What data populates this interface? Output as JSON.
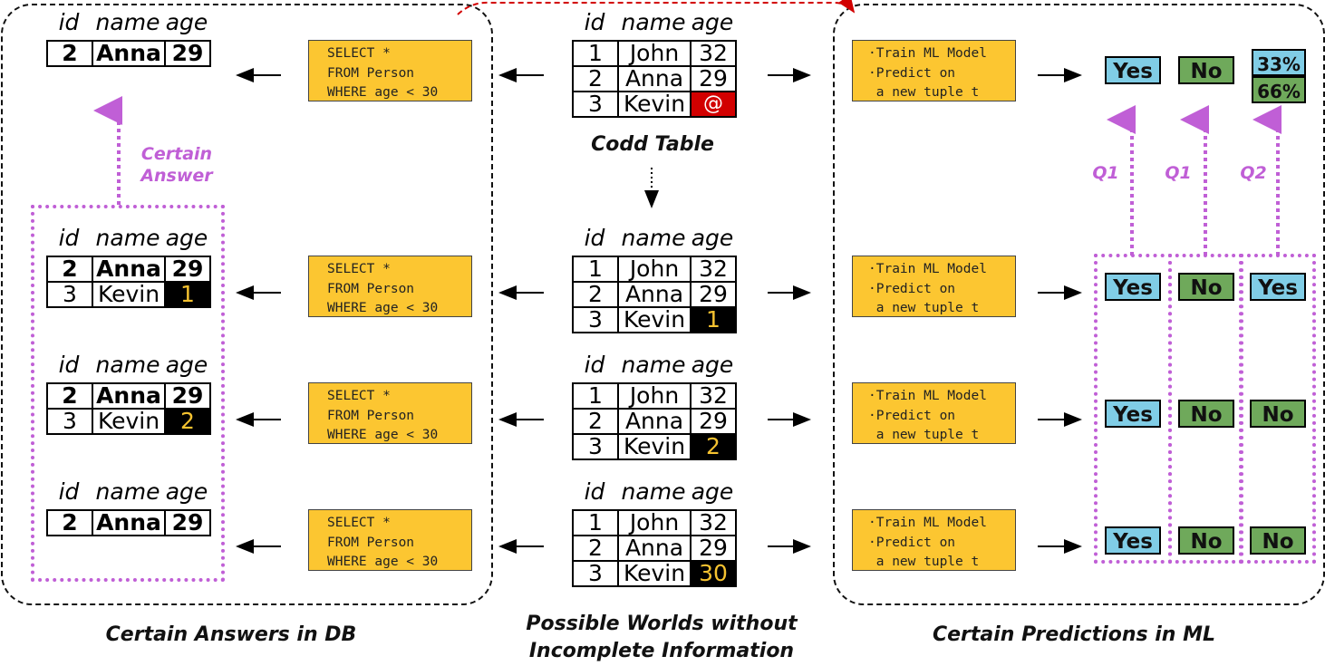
{
  "headers": {
    "id": "id",
    "name": "name",
    "age": "age"
  },
  "codd_table": {
    "caption": "Codd Table",
    "rows": [
      {
        "id": "1",
        "name": "John",
        "age": "32"
      },
      {
        "id": "2",
        "name": "Anna",
        "age": "29"
      },
      {
        "id": "3",
        "name": "Kevin",
        "age": "@"
      }
    ]
  },
  "worlds": [
    {
      "rows": [
        {
          "id": "1",
          "name": "John",
          "age": "32"
        },
        {
          "id": "2",
          "name": "Anna",
          "age": "29"
        },
        {
          "id": "3",
          "name": "Kevin",
          "age": "1"
        }
      ]
    },
    {
      "rows": [
        {
          "id": "1",
          "name": "John",
          "age": "32"
        },
        {
          "id": "2",
          "name": "Anna",
          "age": "29"
        },
        {
          "id": "3",
          "name": "Kevin",
          "age": "2"
        }
      ]
    },
    {
      "rows": [
        {
          "id": "1",
          "name": "John",
          "age": "32"
        },
        {
          "id": "2",
          "name": "Anna",
          "age": "29"
        },
        {
          "id": "3",
          "name": "Kevin",
          "age": "30"
        }
      ]
    }
  ],
  "db_results": {
    "top": {
      "id": "2",
      "name": "Anna",
      "age": "29"
    },
    "world1": [
      {
        "id": "2",
        "name": "Anna",
        "age": "29"
      },
      {
        "id": "3",
        "name": "Kevin",
        "age": "1"
      }
    ],
    "world2": [
      {
        "id": "2",
        "name": "Anna",
        "age": "29"
      },
      {
        "id": "3",
        "name": "Kevin",
        "age": "2"
      }
    ],
    "world3": [
      {
        "id": "2",
        "name": "Anna",
        "age": "29"
      }
    ]
  },
  "sql": {
    "line1": "SELECT *",
    "line2": "FROM Person",
    "line3": "WHERE age < 30"
  },
  "ml": {
    "line1": "·Train ML Model",
    "line2": "·Predict on",
    "line3": " a new tuple t"
  },
  "predictions": {
    "top": {
      "q1a": "Yes",
      "q1b": "No",
      "pct1": "33%",
      "pct2": "66%"
    },
    "rows": [
      {
        "q1a": "Yes",
        "q1b": "No",
        "q2": "Yes"
      },
      {
        "q1a": "Yes",
        "q1b": "No",
        "q2": "No"
      },
      {
        "q1a": "Yes",
        "q1b": "No",
        "q2": "No"
      }
    ]
  },
  "labels": {
    "certain_answer_1": "Certain",
    "certain_answer_2": "Answer",
    "q1": "Q1",
    "q1b": "Q1",
    "q2": "Q2"
  },
  "captions": {
    "db": "Certain Answers in DB",
    "worlds_1": "Possible Worlds without",
    "worlds_2": "Incomplete Information",
    "ml": "Certain Predictions in ML"
  },
  "colors": {
    "yes": "#80cde6",
    "no": "#6fa95b",
    "sql_box": "#fcc631",
    "purple": "#c05fd6",
    "missing": "#d20000",
    "imputed": "#000000"
  }
}
